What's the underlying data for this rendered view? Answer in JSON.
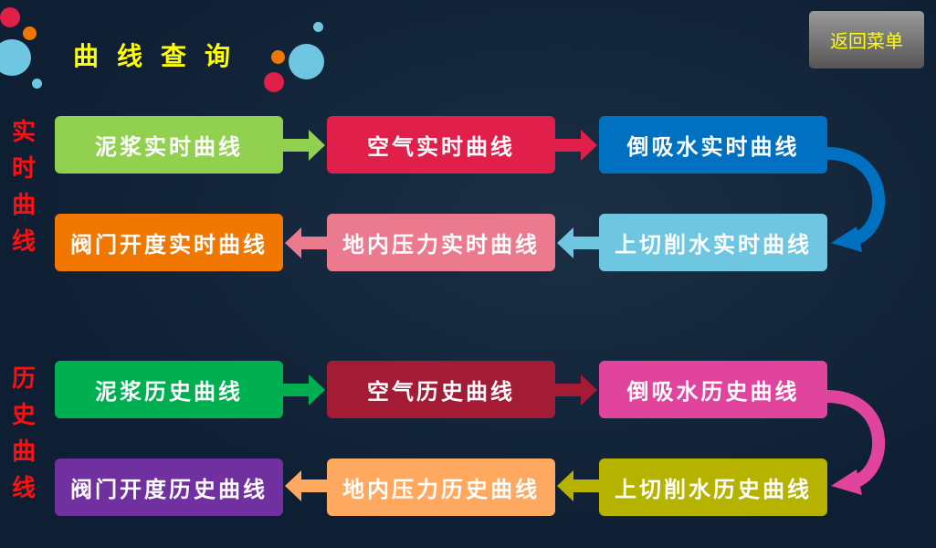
{
  "header": {
    "title": "曲线查询",
    "back_label": "返回菜单"
  },
  "realtime": {
    "label": "实时曲线",
    "buttons": [
      {
        "label": "泥浆实时曲线",
        "color": "#92d050"
      },
      {
        "label": "空气实时曲线",
        "color": "#e0204a"
      },
      {
        "label": "倒吸水实时曲线",
        "color": "#0070c0"
      },
      {
        "label": "上切削水实时曲线",
        "color": "#6ec6e0"
      },
      {
        "label": "地内压力实时曲线",
        "color": "#eb7a8e"
      },
      {
        "label": "阀门开度实时曲线",
        "color": "#f07800"
      }
    ]
  },
  "history": {
    "label": "历史曲线",
    "buttons": [
      {
        "label": "泥浆历史曲线",
        "color": "#00b050"
      },
      {
        "label": "空气历史曲线",
        "color": "#a31b34"
      },
      {
        "label": "倒吸水历史曲线",
        "color": "#e0449c"
      },
      {
        "label": "上切削水历史曲线",
        "color": "#b5b200"
      },
      {
        "label": "地内压力历史曲线",
        "color": "#ffa860"
      },
      {
        "label": "阀门开度历史曲线",
        "color": "#7030a0"
      }
    ]
  }
}
